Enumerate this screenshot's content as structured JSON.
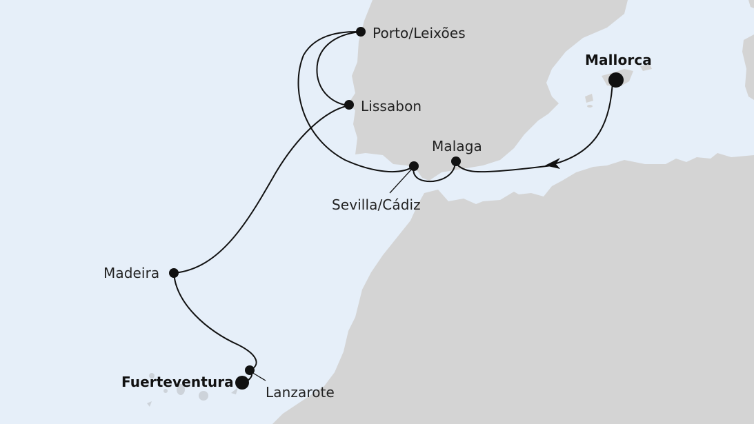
{
  "map": {
    "colors": {
      "sea": "#e6eff9",
      "land": "#d4d4d4",
      "route": "#111111",
      "marker": "#111111",
      "text": "#222222"
    },
    "ports": [
      {
        "name": "Mallorca",
        "role": "start",
        "bold": true
      },
      {
        "name": "Malaga",
        "role": "stop",
        "bold": false
      },
      {
        "name": "Sevilla/Cádiz",
        "role": "stop",
        "bold": false
      },
      {
        "name": "Porto/Leixões",
        "role": "stop",
        "bold": false
      },
      {
        "name": "Lissabon",
        "role": "stop",
        "bold": false
      },
      {
        "name": "Madeira",
        "role": "stop",
        "bold": false
      },
      {
        "name": "Lanzarote",
        "role": "stop",
        "bold": false
      },
      {
        "name": "Fuerteventura",
        "role": "end",
        "bold": true
      }
    ],
    "route_order": [
      "Mallorca",
      "Malaga",
      "Sevilla/Cádiz",
      "Porto/Leixões",
      "Lissabon",
      "Porto/Leixões",
      "Sevilla/Cádiz",
      "Lissabon",
      "Madeira",
      "Lanzarote",
      "Fuerteventura"
    ],
    "direction_arrow": "arrow-icon"
  }
}
